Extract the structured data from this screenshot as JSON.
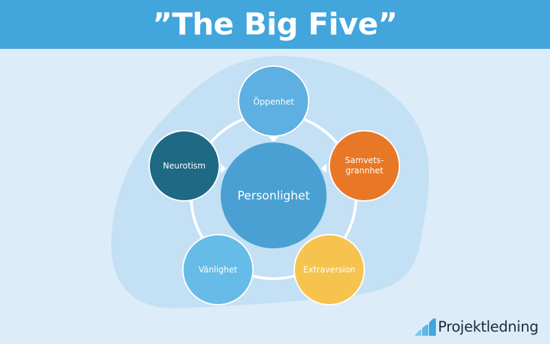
{
  "header": {
    "title": "”The Big Five”",
    "background": "#42a5dc"
  },
  "diagram": {
    "center": {
      "label": "Personlighet",
      "color": "#4aa0d2"
    },
    "traits": [
      {
        "label": "Öppenhet",
        "color": "#5db0e1"
      },
      {
        "label": "Samvets-",
        "label2": "grannhet",
        "color": "#e87726"
      },
      {
        "label": "Extraversion",
        "color": "#f6c44e"
      },
      {
        "label": "Vänlighet",
        "color": "#66bce7"
      },
      {
        "label": "Neurotism",
        "color": "#1e6a84"
      }
    ],
    "ring_color": "#ffffff",
    "blob_color": "#c3e0f4",
    "background": "#dcecf8"
  },
  "logo": {
    "text": "Projektledning",
    "icon": "bar-chart-icon",
    "icon_color": "#55b4e6"
  }
}
